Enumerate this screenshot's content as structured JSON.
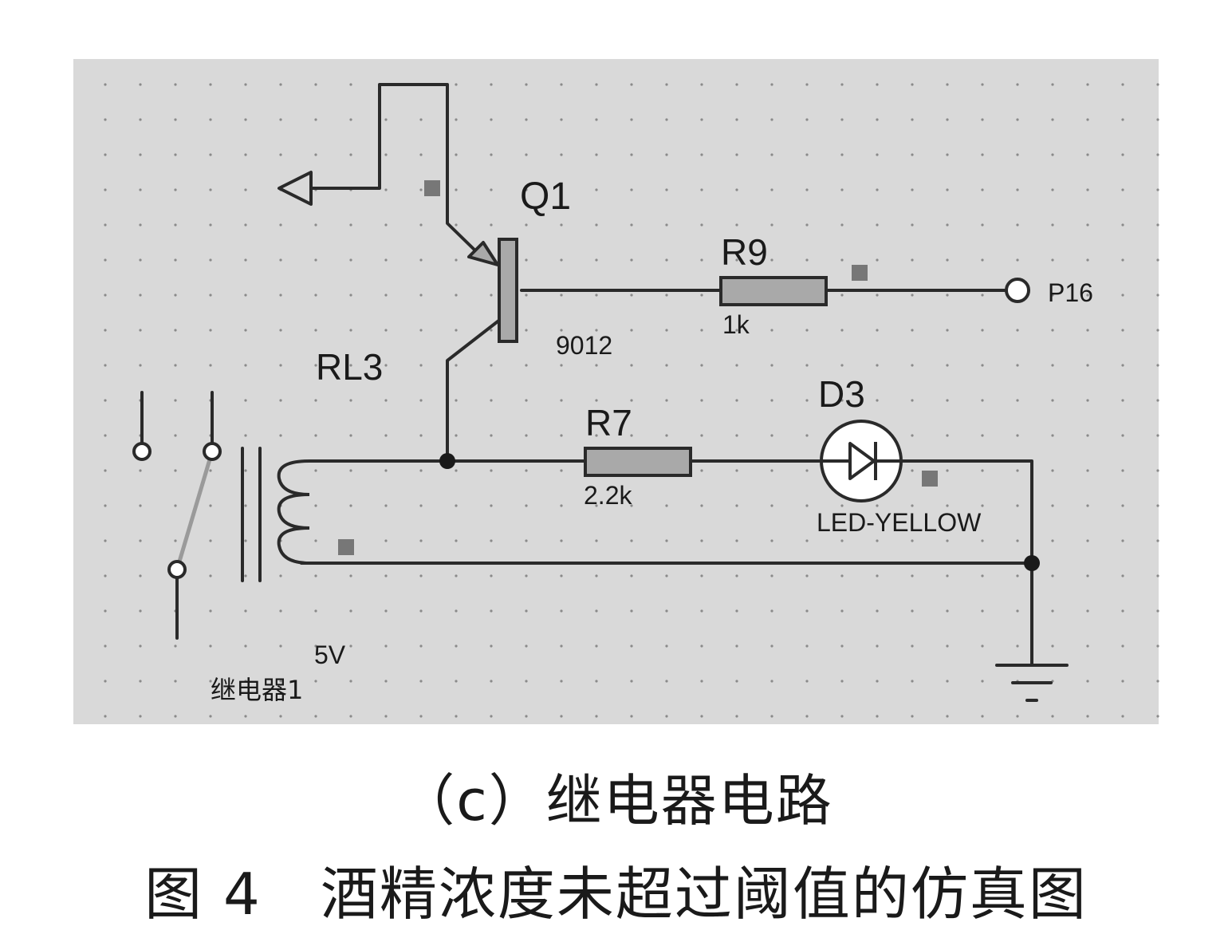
{
  "colors": {
    "canvas": "#d9d9d9",
    "grid_dot": "#8a8a8a",
    "wire": "#2a2a2a",
    "component_fill": "#a9a9a9",
    "marker": "#777777",
    "led_fill": "#ffffff"
  },
  "labels": {
    "q1": "Q1",
    "q1_model": "9012",
    "r9": "R9",
    "r9_value": "1k",
    "p16": "P16",
    "rl3": "RL3",
    "r7": "R7",
    "r7_value": "2.2k",
    "d3": "D3",
    "d3_type": "LED-YELLOW",
    "relay_voltage": "5V",
    "relay_name": "继电器1"
  },
  "captions": {
    "sub": "（c）继电器电路",
    "figure": "图 4　酒精浓度未超过阈值的仿真图"
  }
}
